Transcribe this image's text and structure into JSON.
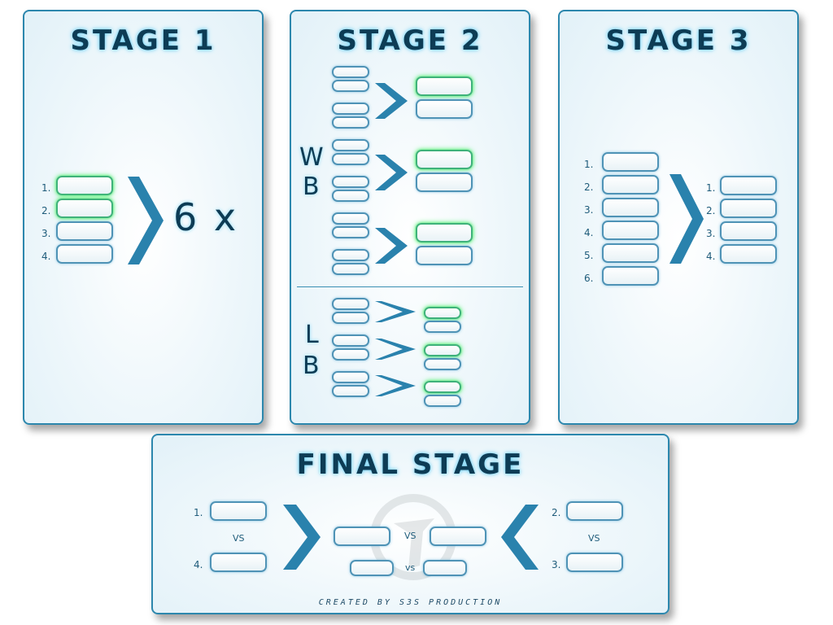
{
  "stage1": {
    "title": "STAGE 1",
    "numbers": [
      "1.",
      "2.",
      "3.",
      "4."
    ],
    "multiplier": "6 x"
  },
  "stage2": {
    "title": "STAGE 2",
    "wb_letters": [
      "W",
      "B"
    ],
    "lb_letters": [
      "L",
      "B"
    ]
  },
  "stage3": {
    "title": "STAGE 3",
    "left_numbers": [
      "1.",
      "2.",
      "3.",
      "4.",
      "5.",
      "6."
    ],
    "right_numbers": [
      "1.",
      "2.",
      "3.",
      "4."
    ]
  },
  "final": {
    "title": "FINAL STAGE",
    "left_numbers": [
      "1.",
      "4."
    ],
    "right_numbers": [
      "2.",
      "3."
    ],
    "vs_label": "VS",
    "vs_small": "vs",
    "credit": "CREATED BY S3S PRODUCTION"
  },
  "colors": {
    "border": "#2c87ad",
    "arrow": "#2a82ad",
    "win_glow": "#5ef07c",
    "title": "#0d3c55"
  }
}
